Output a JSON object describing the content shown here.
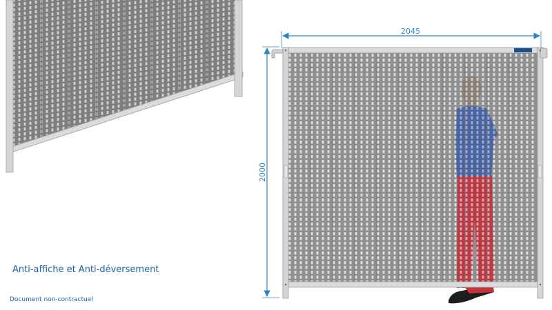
{
  "dimensions": {
    "width_label": "2045",
    "height_label": "2000"
  },
  "labels": {
    "caption": "Anti-affiche et Anti-déversement",
    "disclaimer": "Document non-contractuel"
  },
  "colors": {
    "dimension_line": "#2f86c6",
    "caption_text": "#1c63a8",
    "frame": "#c9ccce",
    "panel": "#8e8e8e",
    "person_top": "#3b63a8",
    "person_bottom": "#c8303b"
  }
}
